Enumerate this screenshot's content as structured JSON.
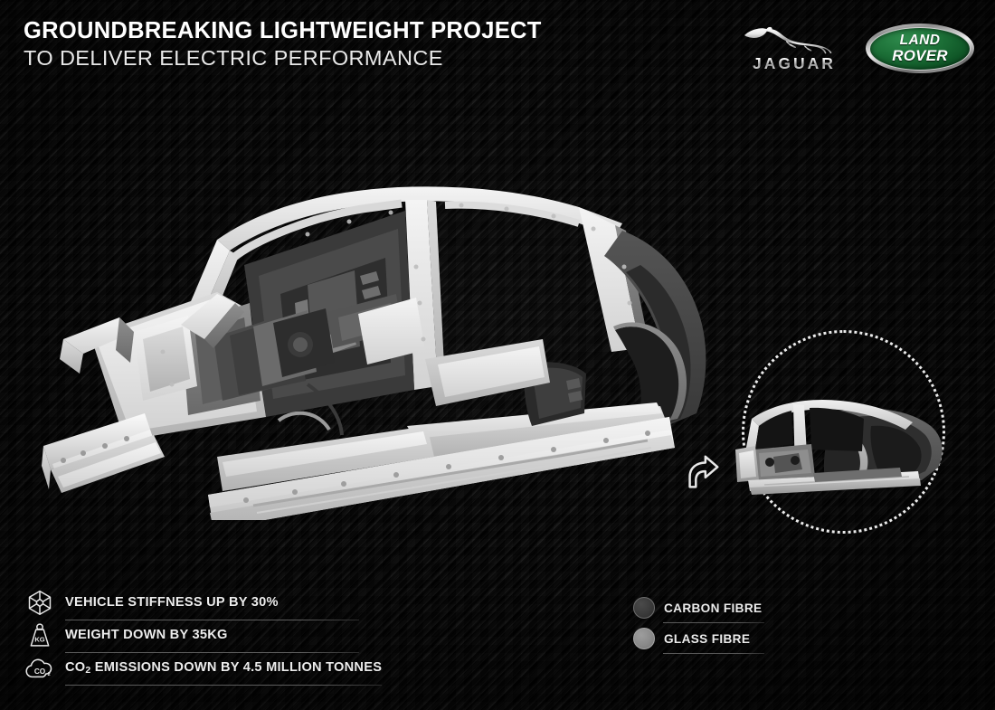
{
  "header": {
    "title_line1": "GROUNDBREAKING LIGHTWEIGHT PROJECT",
    "title_line2": "TO DELIVER ELECTRIC PERFORMANCE",
    "jaguar_wordmark": "JAGUAR",
    "landrover_word1": "LAND",
    "landrover_word2": "ROVER",
    "jaguar_icon": "jaguar-leaper-icon",
    "landrover_icon": "land-rover-oval-icon"
  },
  "illustration": {
    "main_alt": "vehicle body-in-white structure cutaway",
    "inset_alt": "full vehicle body shell rear three-quarter view",
    "inset_arrow_icon": "curved-arrow-right-icon",
    "inset_border_style": "dotted-circle"
  },
  "stats": [
    {
      "icon": "cube-stiffness-icon",
      "text": "VEHICLE STIFFNESS UP BY 30%",
      "metric": "30%",
      "rule_class": "w1"
    },
    {
      "icon": "weight-kg-icon",
      "text": "WEIGHT DOWN BY 35KG",
      "metric": "35KG",
      "rule_class": "w2"
    },
    {
      "icon": "co2-cloud-icon",
      "text_prefix": "CO",
      "text_sub": "2",
      "text_suffix": " EMISSIONS DOWN BY 4.5 MILLION TONNES",
      "metric": "4.5 MILLION TONNES",
      "rule_class": "w3"
    }
  ],
  "legend": {
    "title": "materials",
    "items": [
      {
        "label": "CARBON FIBRE",
        "swatch": "#3a3a3a",
        "dot_class": "dot-carbon"
      },
      {
        "label": "GLASS FIBRE",
        "swatch": "#8a8a8a",
        "dot_class": "dot-glass"
      }
    ]
  },
  "theme": {
    "background": "#050505",
    "background_texture": "carbon-fibre-weave",
    "text_primary": "#ffffff",
    "text_secondary": "#e9e9e9",
    "rule_color": "#5a5a5a",
    "landrover_green": "#1d7138",
    "metal_silver": "#c8c8c8"
  }
}
